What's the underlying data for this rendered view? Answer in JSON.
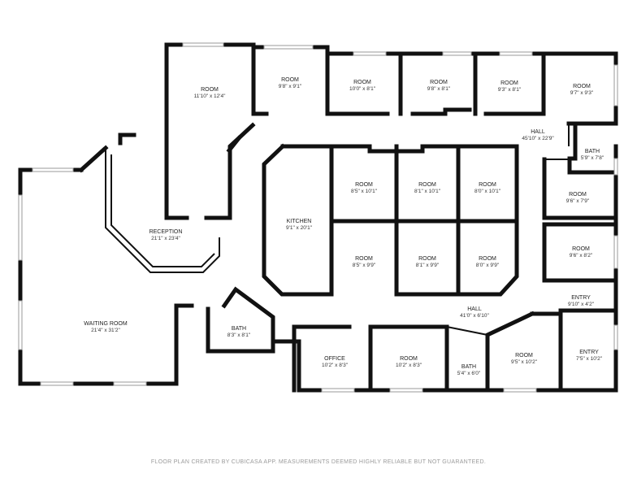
{
  "footer": "FLOOR PLAN CREATED BY CUBICASA APP. MEASUREMENTS DEEMED HIGHLY RELIABLE BUT NOT GUARANTEED.",
  "rooms": [
    {
      "name": "ROOM",
      "dims": "11'10\" x 12'4\""
    },
    {
      "name": "ROOM",
      "dims": "9'8\" x 9'1\""
    },
    {
      "name": "ROOM",
      "dims": "10'0\" x 8'1\""
    },
    {
      "name": "ROOM",
      "dims": "9'8\" x 8'1\""
    },
    {
      "name": "ROOM",
      "dims": "9'3\" x 8'1\""
    },
    {
      "name": "ROOM",
      "dims": "9'7\" x 9'3\""
    },
    {
      "name": "HALL",
      "dims": "45'10\" x 22'9\""
    },
    {
      "name": "BATH",
      "dims": "5'9\" x 7'8\""
    },
    {
      "name": "ROOM",
      "dims": "9'6\" x 7'9\""
    },
    {
      "name": "ROOM",
      "dims": "9'6\" x 8'2\""
    },
    {
      "name": "ENTRY",
      "dims": "9'10\" x 4'2\""
    },
    {
      "name": "ENTRY",
      "dims": "7'5\" x 10'2\""
    },
    {
      "name": "ROOM",
      "dims": "9'5\" x 10'2\""
    },
    {
      "name": "BATH",
      "dims": "5'4\" x 6'0\""
    },
    {
      "name": "ROOM",
      "dims": "10'2\" x 8'3\""
    },
    {
      "name": "OFFICE",
      "dims": "10'2\" x 8'3\""
    },
    {
      "name": "HALL",
      "dims": "41'0\" x 6'10\""
    },
    {
      "name": "BATH",
      "dims": "8'3\" x 8'1\""
    },
    {
      "name": "WAITING ROOM",
      "dims": "21'4\" x 31'2\""
    },
    {
      "name": "RECEPTION",
      "dims": "21'1\" x 23'4\""
    },
    {
      "name": "KITCHEN",
      "dims": "9'1\" x 20'1\""
    },
    {
      "name": "ROOM",
      "dims": "8'5\" x 10'1\""
    },
    {
      "name": "ROOM",
      "dims": "8'1\" x 10'1\""
    },
    {
      "name": "ROOM",
      "dims": "8'0\" x 10'1\""
    },
    {
      "name": "ROOM",
      "dims": "8'5\" x 9'9\""
    },
    {
      "name": "ROOM",
      "dims": "8'1\" x 9'9\""
    },
    {
      "name": "ROOM",
      "dims": "8'0\" x 9'9\""
    }
  ]
}
